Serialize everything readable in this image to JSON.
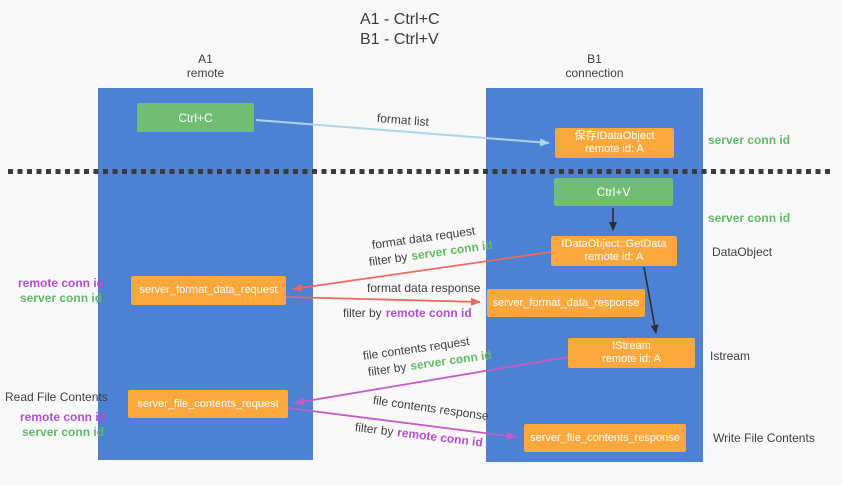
{
  "title": {
    "line1": "A1 - Ctrl+C",
    "line2": "B1 - Ctrl+V"
  },
  "columns": {
    "a1": {
      "name": "A1",
      "subtitle": "remote"
    },
    "b1": {
      "name": "B1",
      "subtitle": "connection"
    }
  },
  "nodes": {
    "ctrl_c": {
      "label": "Ctrl+C"
    },
    "save_idataobject": {
      "line1": "保存IDataObject",
      "line2": "remote id: A"
    },
    "ctrl_v": {
      "label": "Ctrl+V"
    },
    "idataobject_getdata": {
      "line1": "IDataObject::GetData",
      "line2": "remote id: A"
    },
    "server_format_data_request": {
      "label": "server_format_data_request"
    },
    "server_format_data_response": {
      "label": "server_format_data_response"
    },
    "istream": {
      "line1": "IStream",
      "line2": "remote id: A"
    },
    "server_file_contents_request": {
      "label": "server_file_contents_request"
    },
    "server_file_contents_response": {
      "label": "server_file_contents_response"
    }
  },
  "edge_labels": {
    "format_list": "format list",
    "format_data_request": "format data request",
    "format_data_response": "format data response",
    "file_contents_request": "file contents request",
    "file_contents_response": "file contents response",
    "filter_by": "filter by",
    "server_conn_id": "server conn id",
    "remote_conn_id": "remote conn id"
  },
  "side_labels": {
    "server_conn_id_top": "server conn id",
    "server_conn_id_mid": "server conn id",
    "dataobject": "DataObject",
    "istream": "Istream",
    "write_file_contents": "Write File Contents",
    "read_file_contents": "Read File Contents",
    "remote_conn_id_format": "remote conn id",
    "server_conn_id_format": "server conn id",
    "remote_conn_id_file": "remote conn id",
    "server_conn_id_file": "server conn id"
  },
  "colors": {
    "column_blue": "#4c81d4",
    "node_green": "#71bd74",
    "node_orange": "#f8a83d",
    "label_green": "#62b966",
    "label_purple": "#b14ecf",
    "arrow_red": "#e8695f",
    "arrow_magenta": "#c55bc5",
    "arrow_light_blue": "#aed4ee",
    "arrow_black": "#2f2f2f",
    "text_dark": "#3e3e3e",
    "background": "#f8f8f9"
  }
}
